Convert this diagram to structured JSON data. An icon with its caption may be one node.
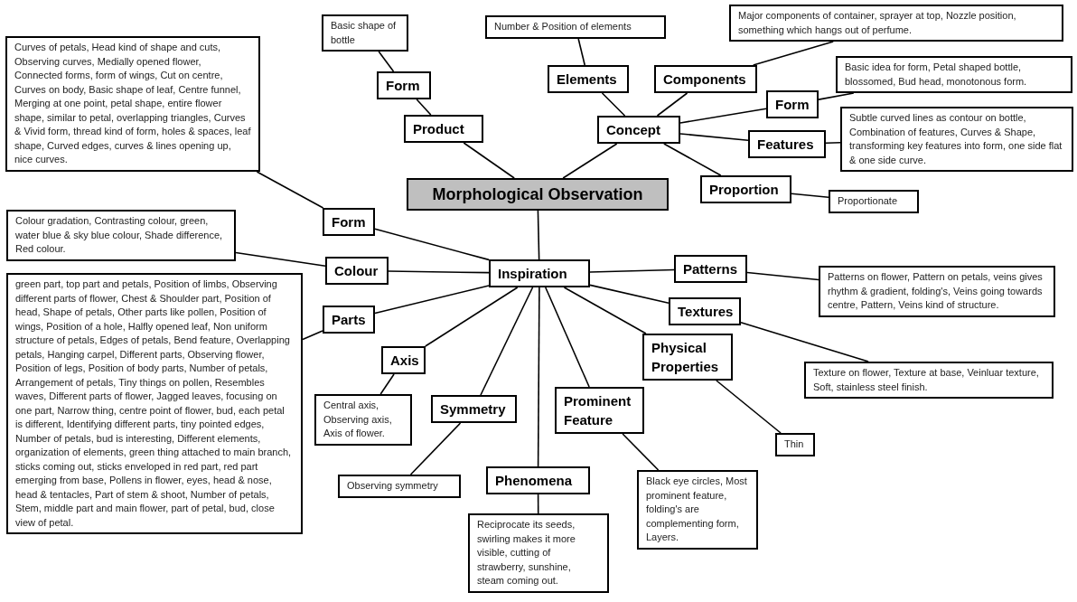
{
  "diagram": {
    "nodes": [
      {
        "text": [
          "Morphological Observation"
        ]
      },
      {
        "text": [
          "Product"
        ]
      },
      {
        "text": [
          "Concept"
        ]
      },
      {
        "text": [
          "Form"
        ]
      },
      {
        "text": [
          "Basic shape of bottle"
        ]
      },
      {
        "text": [
          "Elements"
        ]
      },
      {
        "text": [
          "Number & Position of elements"
        ]
      },
      {
        "text": [
          "Components"
        ]
      },
      {
        "text": [
          "Major components of container, sprayer at top, Nozzle position, something which hangs out of perfume."
        ]
      },
      {
        "text": [
          "Form"
        ]
      },
      {
        "text": [
          "Basic idea for form, Petal shaped bottle, blossomed, Bud head, monotonous form."
        ]
      },
      {
        "text": [
          "Features"
        ]
      },
      {
        "text": [
          "Subtle curved lines as contour on bottle, Combination of features, Curves & Shape, transforming key features into form, one side flat & one side curve."
        ]
      },
      {
        "text": [
          "Proportion"
        ]
      },
      {
        "text": [
          "Proportionate"
        ]
      },
      {
        "text": [
          "Inspiration"
        ]
      },
      {
        "text": [
          "Form"
        ]
      },
      {
        "text": [
          "Curves of petals, Head kind of shape and cuts, Observing curves, Medially opened flower, Connected forms, form of wings, Cut on centre, Curves on body, Basic shape of leaf, Centre funnel, Merging at one point, petal shape, entire flower shape, similar to petal, overlapping triangles, Curves & Vivid form, thread kind of form, holes & spaces, leaf shape, Curved edges, curves & lines opening up, nice curves."
        ]
      },
      {
        "text": [
          "Colour"
        ]
      },
      {
        "text": [
          "Colour gradation, Contrasting colour, green, water blue & sky blue colour, Shade difference,  Red colour."
        ]
      },
      {
        "text": [
          "Parts"
        ]
      },
      {
        "text": [
          "green part, top part and petals, Position of limbs, Observing different parts of flower, Chest & Shoulder part, Position of head, Shape of petals, Other parts like pollen, Position of wings, Position of a hole, Halfly opened leaf, Non uniform structure of petals, Edges of petals, Bend feature, Overlapping petals, Hanging carpel, Different parts, Observing flower, Position of legs, Position of body parts, Number of petals, Arrangement of petals, Tiny things on pollen, Resembles waves, Different parts of flower, Jagged leaves, focusing on one part, Narrow thing, centre point of flower, bud, each petal is different, Identifying different parts, tiny pointed edges, Number of petals, bud is interesting, Different elements, organization of elements, green thing attached to main branch, sticks coming out, sticks enveloped in red part, red part emerging from base, Pollens in flower, eyes, head & nose, head & tentacles, Part of stem & shoot, Number of petals, Stem, middle part and main flower, part of petal, bud, close view of petal."
        ]
      },
      {
        "text": [
          "Axis"
        ]
      },
      {
        "text": [
          "Central axis, Observing axis, Axis of flower."
        ]
      },
      {
        "text": [
          "Symmetry"
        ]
      },
      {
        "text": [
          "Observing symmetry"
        ]
      },
      {
        "text": [
          "Phenomena"
        ]
      },
      {
        "text": [
          "Reciprocate its seeds, swirling makes it more visible, cutting of strawberry, sunshine, steam coming out."
        ]
      },
      {
        "text": [
          "Prominent Feature"
        ]
      },
      {
        "text": [
          "Black eye circles, Most prominent feature, folding's are complementing form, Layers."
        ]
      },
      {
        "text": [
          "Patterns"
        ]
      },
      {
        "text": [
          "Patterns on flower, Pattern on petals, veins gives rhythm & gradient, folding's, Veins going towards centre, Pattern, Veins kind of structure."
        ]
      },
      {
        "text": [
          "Textures"
        ]
      },
      {
        "text": [
          "Texture on flower, Texture at base, Veinluar texture, Soft, stainless steel finish."
        ]
      },
      {
        "text": [
          "Physical Properties"
        ]
      },
      {
        "text": [
          "Thin"
        ]
      }
    ],
    "edges": [
      {
        "from": 0,
        "to": 1,
        "arrow": "none"
      },
      {
        "from": 0,
        "to": 2,
        "arrow": "none"
      },
      {
        "from": 0,
        "to": 15,
        "arrow": "none"
      },
      {
        "from": 1,
        "to": 3,
        "arrow": "none"
      },
      {
        "from": 3,
        "to": 4,
        "arrow": "none"
      },
      {
        "from": 2,
        "to": 5,
        "arrow": "none"
      },
      {
        "from": 5,
        "to": 6,
        "arrow": "none"
      },
      {
        "from": 2,
        "to": 7,
        "arrow": "none"
      },
      {
        "from": 7,
        "to": 8,
        "arrow": "none"
      },
      {
        "from": 2,
        "to": 9,
        "arrow": "none"
      },
      {
        "from": 9,
        "to": 10,
        "arrow": "none"
      },
      {
        "from": 2,
        "to": 11,
        "arrow": "none"
      },
      {
        "from": 11,
        "to": 12,
        "arrow": "none"
      },
      {
        "from": 2,
        "to": 13,
        "arrow": "none"
      },
      {
        "from": 13,
        "to": 14,
        "arrow": "none"
      },
      {
        "from": 15,
        "to": 16,
        "arrow": "none"
      },
      {
        "from": 16,
        "to": 17,
        "arrow": "none"
      },
      {
        "from": 15,
        "to": 18,
        "arrow": "none"
      },
      {
        "from": 18,
        "to": 19,
        "arrow": "none"
      },
      {
        "from": 15,
        "to": 20,
        "arrow": "none"
      },
      {
        "from": 20,
        "to": 21,
        "arrow": "none"
      },
      {
        "from": 15,
        "to": 22,
        "arrow": "none"
      },
      {
        "from": 22,
        "to": 23,
        "arrow": "none"
      },
      {
        "from": 15,
        "to": 24,
        "arrow": "none"
      },
      {
        "from": 24,
        "to": 25,
        "arrow": "none"
      },
      {
        "from": 15,
        "to": 26,
        "arrow": "none"
      },
      {
        "from": 26,
        "to": 27,
        "arrow": "none"
      },
      {
        "from": 15,
        "to": 28,
        "arrow": "none"
      },
      {
        "from": 28,
        "to": 29,
        "arrow": "none"
      },
      {
        "from": 15,
        "to": 30,
        "arrow": "none"
      },
      {
        "from": 30,
        "to": 31,
        "arrow": "none"
      },
      {
        "from": 15,
        "to": 32,
        "arrow": "none"
      },
      {
        "from": 32,
        "to": 33,
        "arrow": "none"
      },
      {
        "from": 15,
        "to": 34,
        "arrow": "none"
      },
      {
        "from": 34,
        "to": 35,
        "arrow": "none"
      }
    ]
  }
}
